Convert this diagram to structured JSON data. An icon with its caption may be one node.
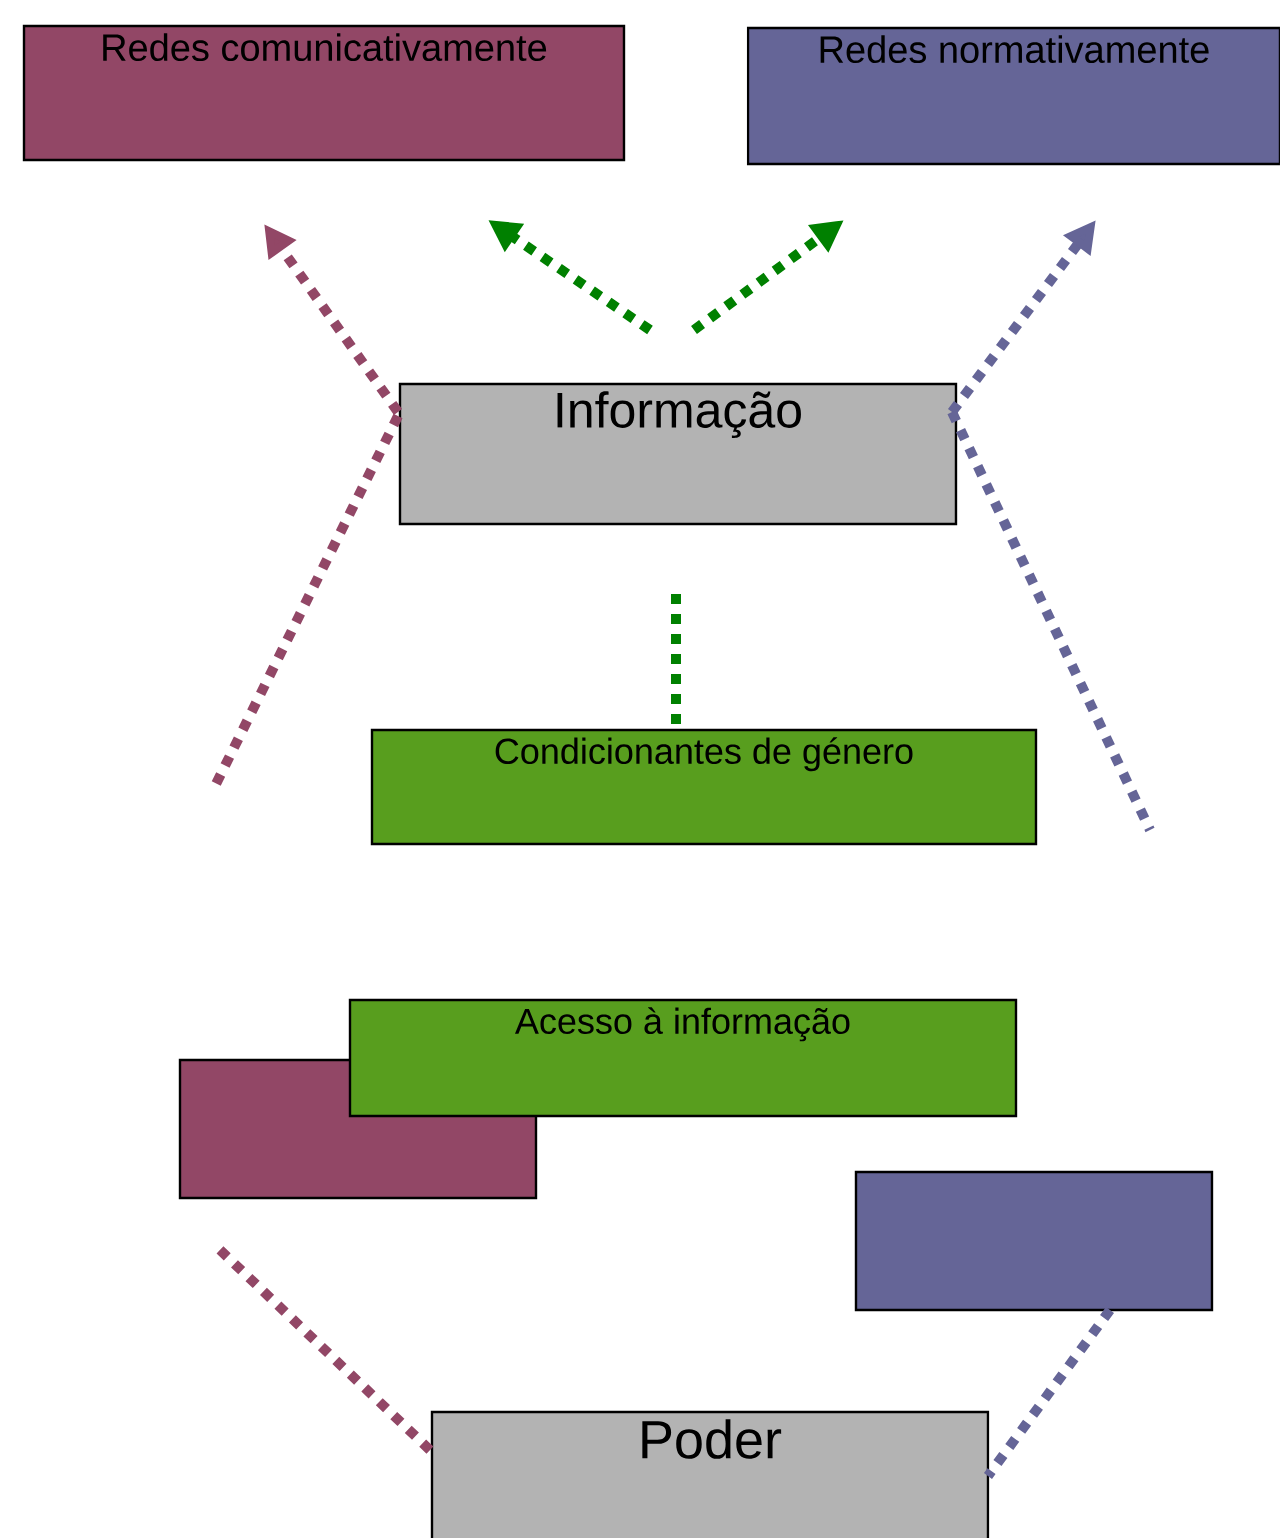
{
  "diagram": {
    "nodes": [
      {
        "text": [
          "Redes comunicativamente"
        ]
      },
      {
        "text": [
          "Redes normativamente"
        ]
      },
      {
        "text": [
          "Informação"
        ]
      },
      {
        "text": [
          "Condicionantes de género"
        ]
      },
      {
        "text": [],
        "shape": "box"
      },
      {
        "text": [
          "Acesso à informação"
        ]
      },
      {
        "text": [],
        "shape": "box"
      },
      {
        "text": [
          "Poder"
        ]
      }
    ],
    "edges": [
      {
        "from": 2,
        "to": 0,
        "arrow": "to",
        "color": "#924766"
      },
      {
        "from": 2,
        "to": null,
        "arrow": "none",
        "color": "#924766"
      },
      {
        "from": 2,
        "to": 0,
        "arrow": "to",
        "color": "#008000"
      },
      {
        "from": 2,
        "to": 1,
        "arrow": "to",
        "color": "#008000"
      },
      {
        "from": 2,
        "to": 1,
        "arrow": "to",
        "color": "#656597"
      },
      {
        "from": 2,
        "to": null,
        "arrow": "none",
        "color": "#656597"
      },
      {
        "from": 3,
        "to": 2,
        "arrow": "none",
        "color": "#008000"
      },
      {
        "from": 4,
        "to": 7,
        "arrow": "none",
        "color": "#924766"
      },
      {
        "from": 6,
        "to": 7,
        "arrow": "none",
        "color": "#656597"
      }
    ]
  }
}
